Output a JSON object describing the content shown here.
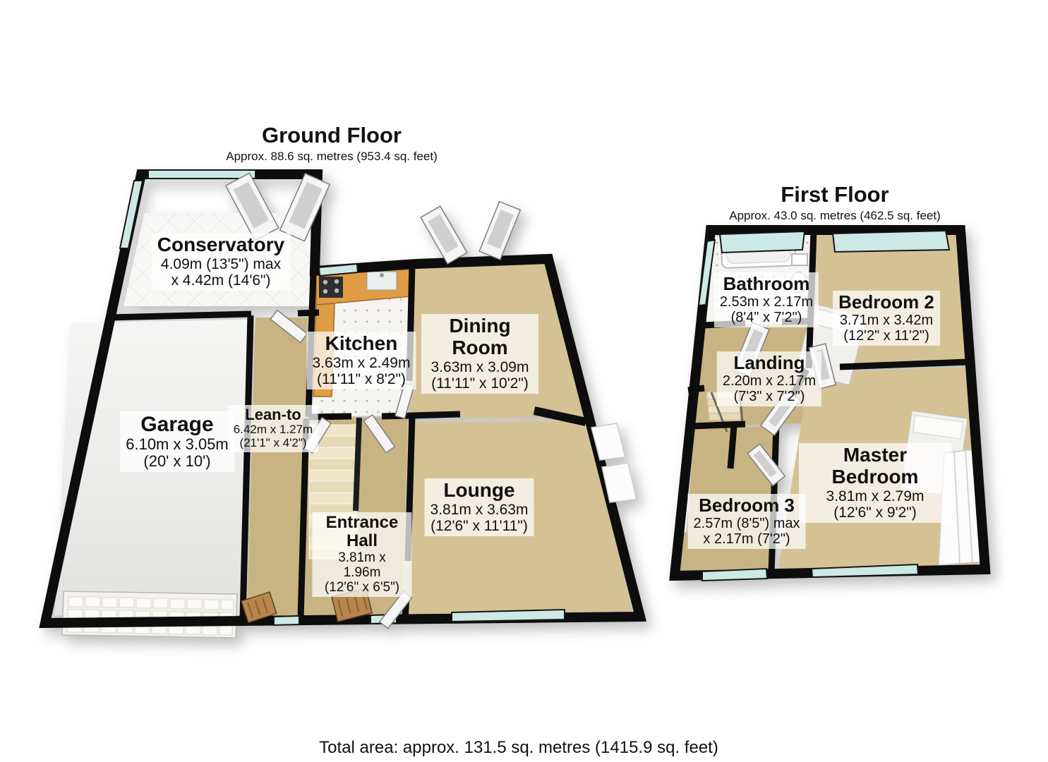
{
  "colors": {
    "wall": "#0a0a0a",
    "floor_tan": "#d4c295",
    "floor_tan_dark": "#c8b483",
    "tile_white": "#f6f6f4",
    "garage_floor": "#ebebe9",
    "window_glass": "#cde9e5",
    "door_wood": "#b8864e",
    "counter_wood": "#df9c44",
    "label_bg": "rgba(255,255,255,0.72)"
  },
  "ground_floor": {
    "title": "Ground Floor",
    "subtitle": "Approx. 88.6 sq. metres (953.4 sq. feet)",
    "rooms": {
      "conservatory": {
        "name": "Conservatory",
        "dims1": "4.09m (13'5\") max",
        "dims2": "x 4.42m (14'6\")"
      },
      "kitchen": {
        "name": "Kitchen",
        "dims1": "3.63m x 2.49m",
        "dims2": "(11'11\" x 8'2\")"
      },
      "dining": {
        "name": "Dining Room",
        "dims1": "3.63m x 3.09m",
        "dims2": "(11'11\" x 10'2\")"
      },
      "garage": {
        "name": "Garage",
        "dims1": "6.10m x 3.05m",
        "dims2": "(20' x 10')"
      },
      "leanto": {
        "name": "Lean-to",
        "dims1": "6.42m x 1.27m",
        "dims2": "(21'1\" x 4'2\")"
      },
      "lounge": {
        "name": "Lounge",
        "dims1": "3.81m x 3.63m",
        "dims2": "(12'6\" x 11'11\")"
      },
      "entrance": {
        "name": "Entrance Hall",
        "dims1": "3.81m x 1.96m",
        "dims2": "(12'6\" x 6'5\")"
      }
    }
  },
  "first_floor": {
    "title": "First Floor",
    "subtitle": "Approx. 43.0 sq. metres (462.5 sq. feet)",
    "rooms": {
      "bathroom": {
        "name": "Bathroom",
        "dims1": "2.53m x 2.17m",
        "dims2": "(8'4\" x 7'2\")"
      },
      "bedroom2": {
        "name": "Bedroom 2",
        "dims1": "3.71m x 3.42m",
        "dims2": "(12'2\" x 11'2\")"
      },
      "landing": {
        "name": "Landing",
        "dims1": "2.20m x 2.17m",
        "dims2": "(7'3\" x 7'2\")"
      },
      "master": {
        "name": "Master Bedroom",
        "dims1": "3.81m x 2.79m",
        "dims2": "(12'6\" x 9'2\")"
      },
      "bedroom3": {
        "name": "Bedroom 3",
        "dims1": "2.57m (8'5\") max",
        "dims2": "x 2.17m (7'2\")"
      }
    }
  },
  "footer": {
    "total_area": "Total area: approx. 131.5 sq. metres (1415.9 sq. feet)"
  }
}
